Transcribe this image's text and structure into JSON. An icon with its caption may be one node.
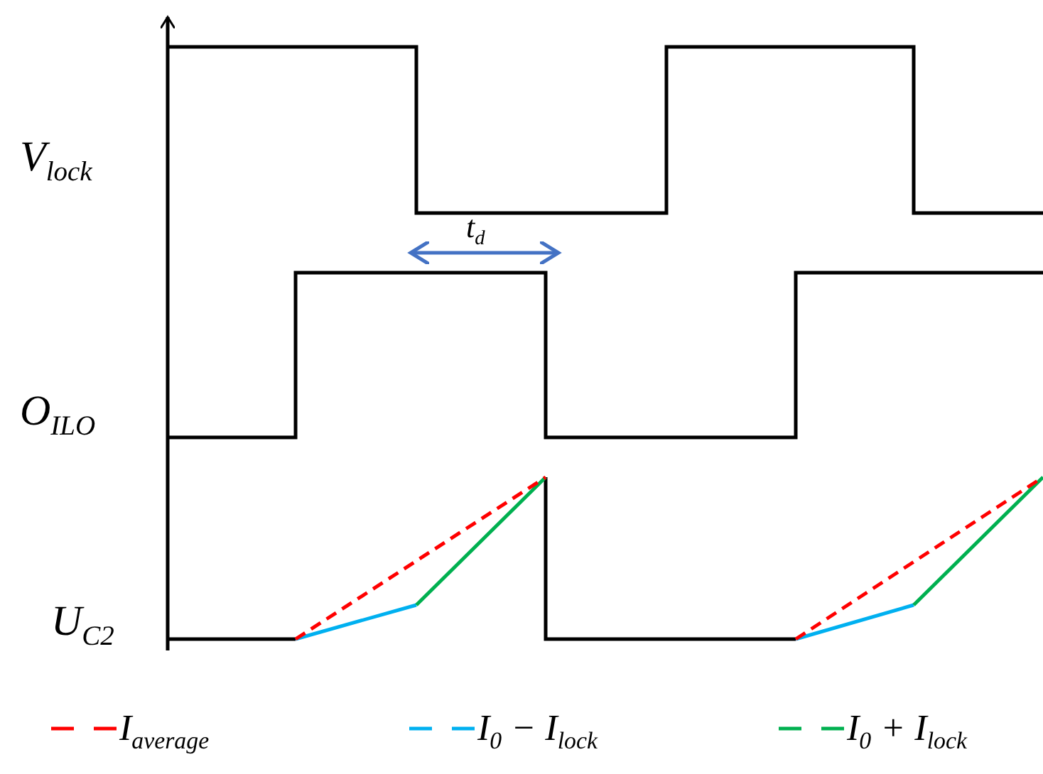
{
  "diagram": {
    "labels": [
      "V$_{lock}$",
      "t$_{d}$",
      "O$_{ILO}$",
      "U$_{C2}$"
    ],
    "legend": [
      {
        "text": "I$_{average}$",
        "color": "#ff0000"
      },
      {
        "text": "I$_{0}$ − I$_{lock}$",
        "color": "#00b0f0"
      },
      {
        "text": "I$_{0}$ + I$_{lock}$",
        "color": "#00b050"
      }
    ]
  }
}
